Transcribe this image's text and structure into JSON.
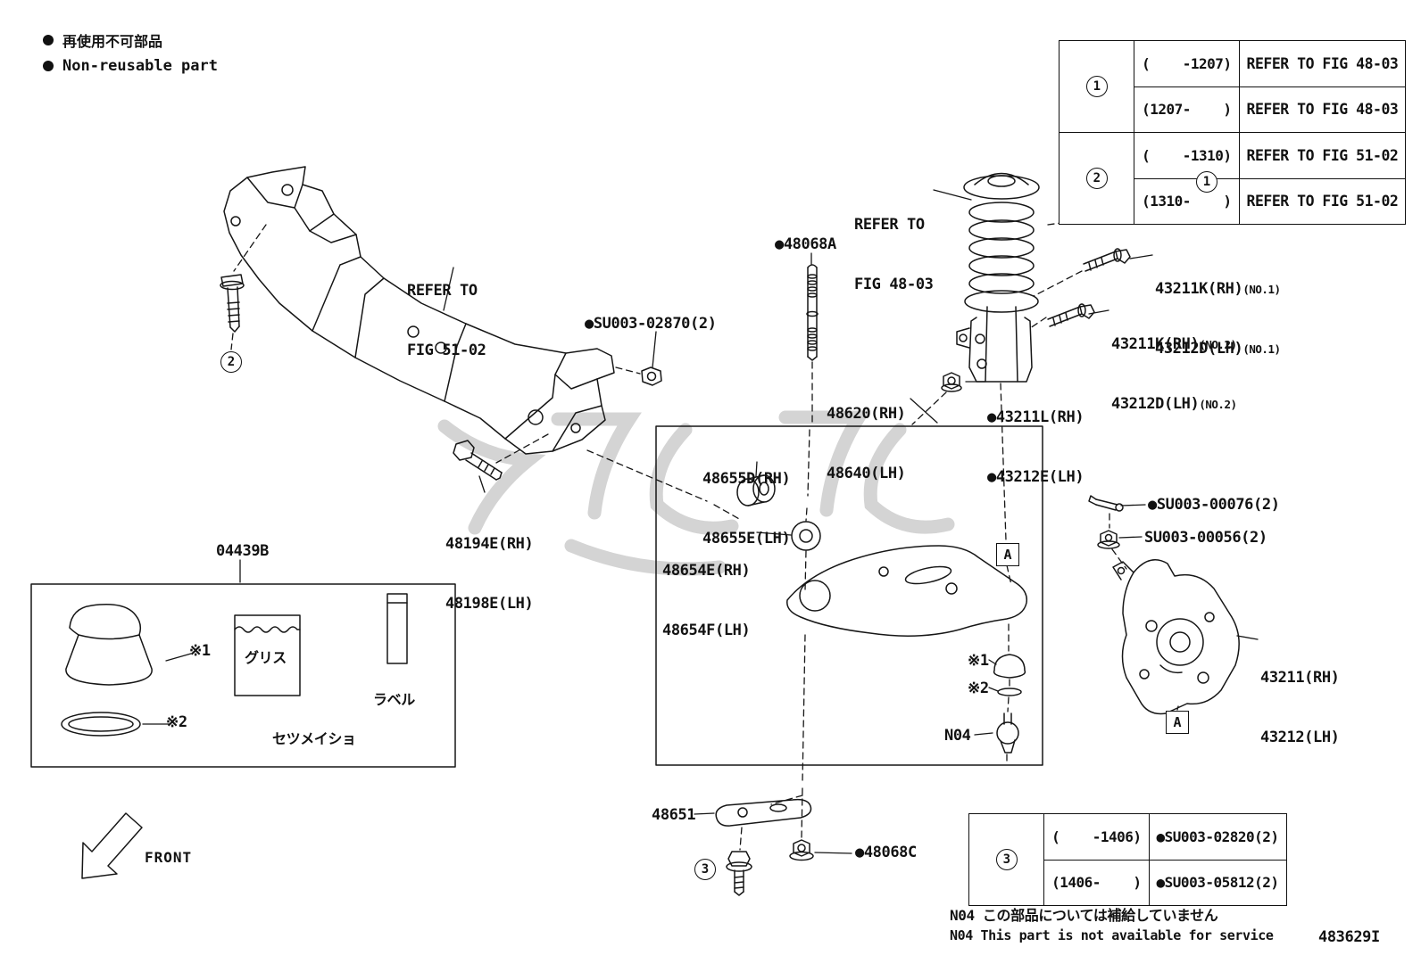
{
  "legend": {
    "jp": "再使用不可部品",
    "en": "Non-reusable part"
  },
  "ref_table": {
    "groups": [
      {
        "num": "1",
        "rows": [
          {
            "range": "(    -1207)",
            "ref": "REFER TO FIG 48-03"
          },
          {
            "range": "(1207-    )",
            "ref": "REFER TO FIG 48-03"
          }
        ]
      },
      {
        "num": "2",
        "rows": [
          {
            "range": "(    -1310)",
            "ref": "REFER TO FIG 51-02"
          },
          {
            "range": "(1310-    )",
            "ref": "REFER TO FIG 51-02"
          }
        ]
      }
    ]
  },
  "callouts": {
    "refer_fig4803": {
      "l1": "REFER TO",
      "l2": "FIG 48-03"
    },
    "refer_fig5102": {
      "l1": "REFER TO",
      "l2": "FIG 51-02"
    },
    "p48068A": "●48068A",
    "su003_02870": "●SU003-02870(2)",
    "k_no1_rh": "43211K(RH)",
    "k_no1_rh_sub": "(NO.1)",
    "k_no1_lh": "43212D(LH)",
    "k_no1_lh_sub": "(NO.1)",
    "k_no2_rh": "43211K(RH)",
    "k_no2_rh_sub": "(NO.2)",
    "k_no2_lh": "43212D(LH)",
    "k_no2_lh_sub": "(NO.2)",
    "p48620": "48620(RH)",
    "p48640": "48640(LH)",
    "p43211L": "●43211L(RH)",
    "p43212E": "●43212E(LH)",
    "p48655D": "48655D(RH)",
    "p48655E": "48655E(LH)",
    "p48654E": "48654E(RH)",
    "p48654F": "48654F(LH)",
    "p48194E": "48194E(RH)",
    "p48198E": "48198E(LH)",
    "p04439B": "04439B",
    "su003_00076": "●SU003-00076(2)",
    "su003_00056": "SU003-00056(2)",
    "p43211": "43211(RH)",
    "p43212": "43212(LH)",
    "a_marker": "A",
    "star1": "※1",
    "star2": "※2",
    "n04": "N04",
    "p48651": "48651",
    "p48068C": "●48068C",
    "circ1": "1",
    "circ2": "2",
    "circ3": "3"
  },
  "kit_box": {
    "grease": "グリス",
    "label_strip": "ラベル",
    "manual": "セツメイショ",
    "ref1": "※1",
    "ref2": "※2"
  },
  "bottom_table": {
    "num": "3",
    "rows": [
      {
        "range": "(    -1406)",
        "part": "●SU003-02820(2)"
      },
      {
        "range": "(1406-    )",
        "part": "●SU003-05812(2)"
      }
    ]
  },
  "footer": {
    "note_jp": "N04 この部品については補給していません",
    "note_en": "N04 This part is not available for service",
    "doc_code": "483629I",
    "front": "FRONT"
  }
}
